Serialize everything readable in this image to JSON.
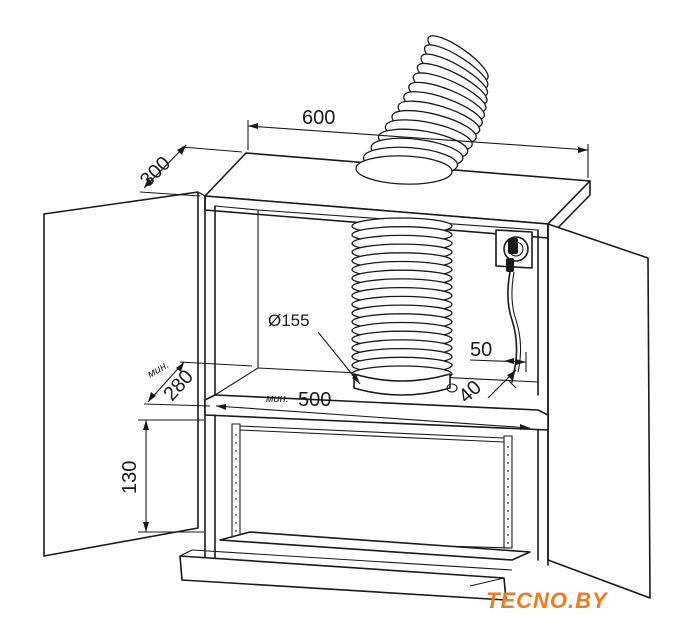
{
  "dimensions": {
    "width_top": "600",
    "depth_top": "300",
    "duct_diameter": "Ø155",
    "depth_min_label": "мин.",
    "depth_min": "280",
    "width_min_label": "мин.",
    "width_min": "500",
    "socket_offset": "50",
    "socket_depth": "40",
    "height": "130"
  },
  "logo": {
    "text": "TECNO.BY",
    "color": "#f07a1c"
  }
}
